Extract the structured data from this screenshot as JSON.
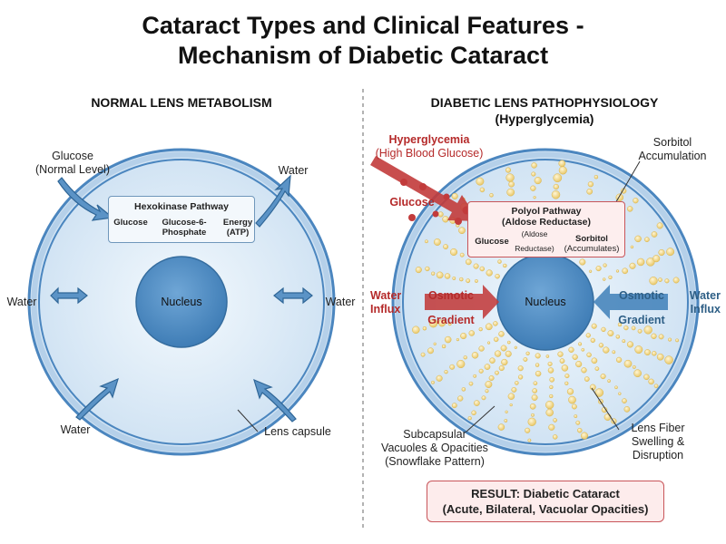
{
  "title": {
    "line1": "Cataract Types and Clinical Features -",
    "line2": "Mechanism of Diabetic Cataract"
  },
  "left_panel": {
    "heading": "NORMAL LENS METABOLISM",
    "glucose_label": {
      "line1": "Glucose",
      "line2": "(Normal Level)"
    },
    "water_top_right": "Water",
    "water_left": "Water",
    "water_right": "Water",
    "water_bottom": "Water",
    "nucleus": "Nucleus",
    "lens_capsule": "Lens capsule",
    "pathway": {
      "title": "Hexokinase Pathway",
      "step1": "Glucose",
      "step2_line1": "Glucose-6-",
      "step2_line2": "Phosphate",
      "step3_line1": "Energy",
      "step3_line2": "(ATP)"
    }
  },
  "right_panel": {
    "heading": "DIABETIC LENS PATHOPHYSIOLOGY",
    "subheading": "(Hyperglycemia)",
    "hyperglycemia": {
      "line1": "Hyperglycemia",
      "line2": "(High Blood Glucose)"
    },
    "glucose": "Glucose",
    "sorbitol_accumulation": {
      "line1": "Sorbitol",
      "line2": "Accumulation"
    },
    "pathway": {
      "title_line1": "Polyol Pathway",
      "title_line2": "(Aldose Reductase)",
      "from": "Glucose",
      "enzyme_line1": "(Aldose",
      "enzyme_line2": "Reductase)",
      "to": "Sorbitol",
      "to_note": "(Accumulates)"
    },
    "water_influx_left": {
      "line1": "Water",
      "line2": "Influx"
    },
    "osmotic_left": {
      "line1": "Osmotic",
      "line2": "Gradient"
    },
    "nucleus": "Nucleus",
    "osmotic_right": {
      "line1": "Osmotic",
      "line2": "Gradient"
    },
    "water_influx_right": {
      "line1": "Water",
      "line2": "Influx"
    },
    "subcapsular": {
      "line1": "Subcapsular",
      "line2": "Vacuoles & Opacities",
      "line3": "(Snowflake Pattern)"
    },
    "lens_fiber": {
      "line1": "Lens Fiber",
      "line2": "Swelling &",
      "line3": "Disruption"
    },
    "result": {
      "line1": "RESULT: Diabetic Cataract",
      "line2": "(Acute, Bilateral, Vacuolar Opacities)"
    }
  },
  "colors": {
    "lens_fill": "#dcebf7",
    "capsule": "#4b86bf",
    "nucleus": "#4d8cc4",
    "arrow_blue": "#5b93c6",
    "arrow_red": "#c23b3b",
    "vacuole": "#f2d78a",
    "divider": "#9a9a9a"
  }
}
